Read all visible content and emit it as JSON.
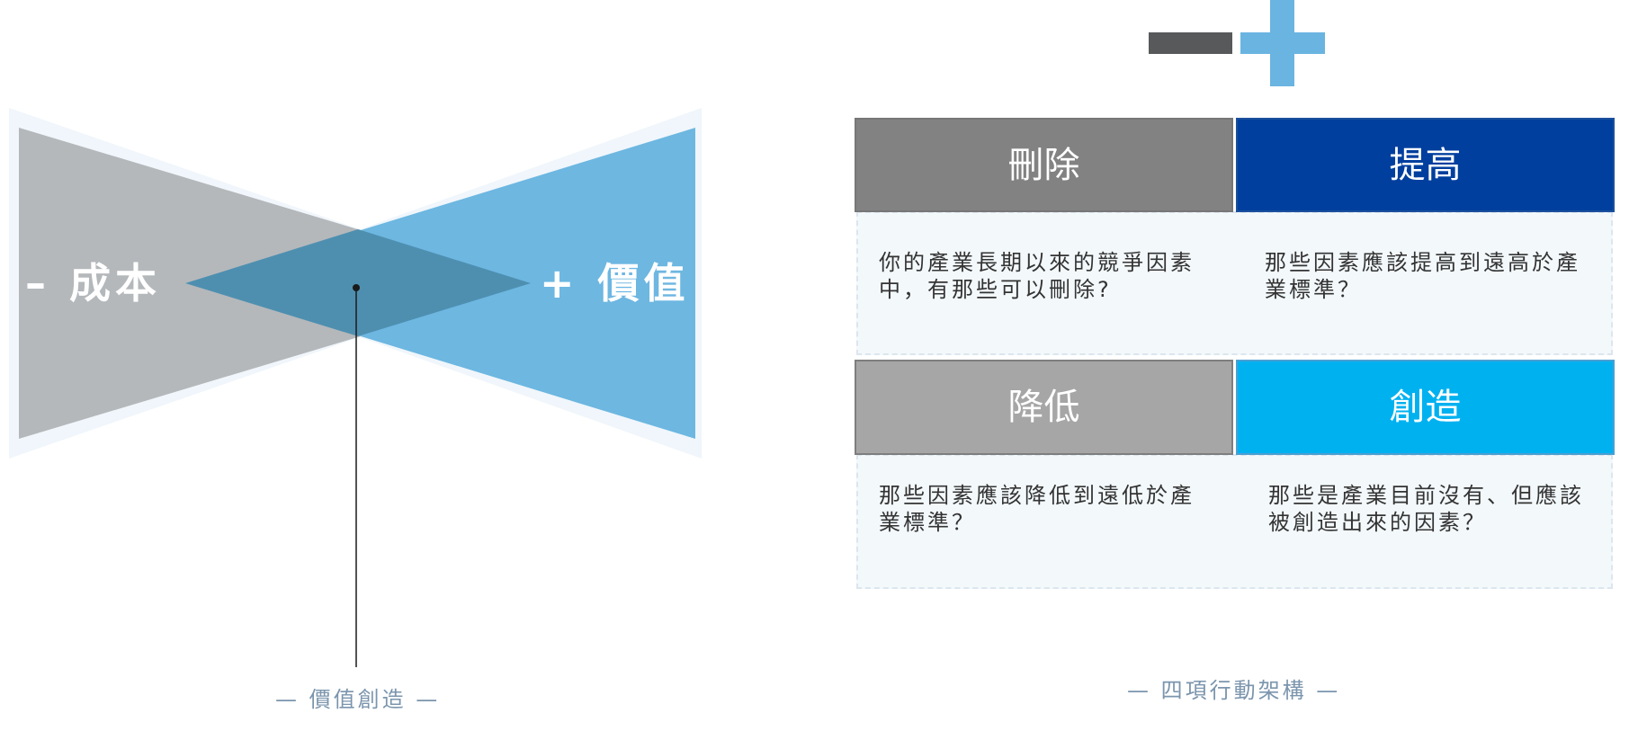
{
  "value_creation": {
    "cost_label": "– 成本",
    "value_label": "+ 價值",
    "caption": "— 價值創造 —"
  },
  "framework": {
    "caption": "— 四項行動架構 —",
    "actions": [
      {
        "title": "刪除",
        "question": "你的產業長期以來的競爭因素中，有那些可以刪除?"
      },
      {
        "title": "提高",
        "question": "那些因素應該提高到遠高於產業標準？"
      },
      {
        "title": "降低",
        "question": "那些因素應該降低到遠低於產業標準？"
      },
      {
        "title": "創造",
        "question": "那些是產業目前沒有、但應該被創造出來的因素？"
      }
    ]
  },
  "colors": {
    "cost_gray": "#b4b8bb",
    "value_blue": "#6db7e1",
    "overlap_blue": "#4e8fb0",
    "eliminate": "#828282",
    "raise": "#003f9e",
    "reduce": "#a6a6a6",
    "create": "#00b1f0",
    "minus_symbol": "#58595b",
    "plus_symbol": "#6ab4e1",
    "caption_text": "#7b95ad"
  },
  "icons": {
    "minus": "minus-icon",
    "plus": "plus-icon"
  }
}
